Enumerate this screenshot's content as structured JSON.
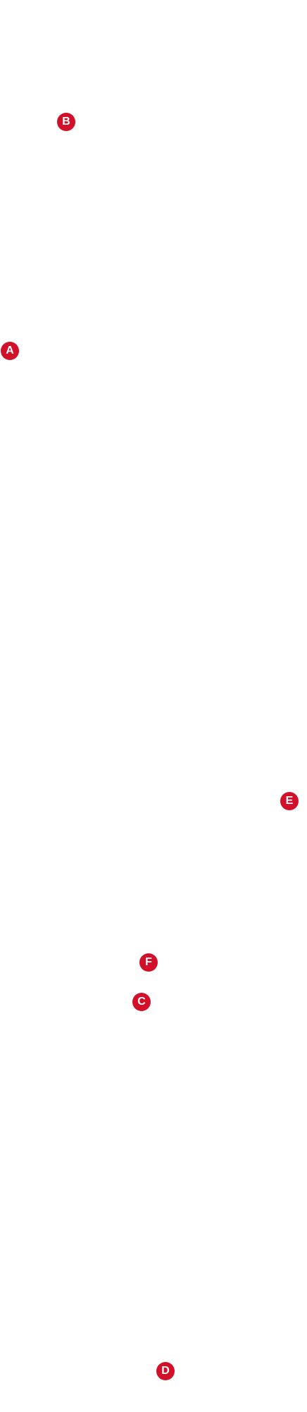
{
  "hotspots": {
    "a": {
      "label": "A"
    },
    "b": {
      "label": "B"
    },
    "c": {
      "label": "C"
    },
    "d": {
      "label": "D"
    },
    "e": {
      "label": "E"
    },
    "f": {
      "label": "F"
    }
  },
  "colors": {
    "background": "#ffffff",
    "marker": "#d3102a",
    "marker_text": "#ffffff"
  }
}
